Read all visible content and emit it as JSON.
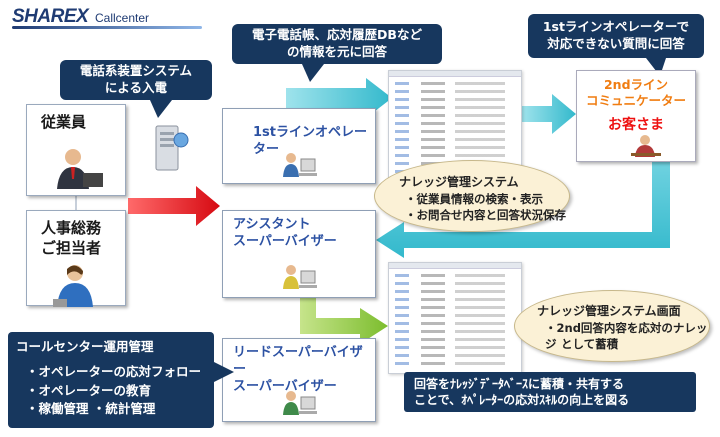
{
  "logo": {
    "brand": "SHAREX",
    "sub": "Callcenter"
  },
  "callouts": {
    "phone_system": [
      "電話系装置システム",
      "による入電"
    ],
    "operator_info": [
      "電子電話帳、応対履歴DBなど",
      "の情報を元に回答"
    ],
    "escalation": [
      "1stラインオペレーターで",
      "対応できない質問に回答"
    ],
    "management": {
      "head": "コールセンター運用管理",
      "items": [
        "・オペレーターの応対フォロー",
        "・オペレーターの教育",
        "・稼働管理 ・統計管理"
      ]
    },
    "knowledge_share": [
      "回答をﾅﾚｯｼﾞﾃﾞｰﾀﾍﾞｰｽに蓄積・共有する",
      "ことで、ｵﾍﾟﾚｰﾀｰの応対ｽｷﾙの向上を図る"
    ]
  },
  "people": {
    "employee": "従業員",
    "hr": [
      "人事総務",
      "ご担当者"
    ]
  },
  "roles": {
    "first_line": "1stラインオペレーター",
    "assistant": [
      "アシスタント",
      "スーパーバイザー"
    ],
    "lead": [
      "リードスーパーバイザー",
      "スーパーバイザー"
    ]
  },
  "customer_box": {
    "line1": "2ndライン",
    "line2": "コミュニケーター",
    "customer": "お客さま"
  },
  "bubbles": {
    "system": {
      "title": "ナレッジ管理システム",
      "lines": [
        "・従業員情報の検索・表示",
        "・お問合せ内容と回答状況保存"
      ]
    },
    "screen": {
      "title": "ナレッジ管理システム画面",
      "lines": [
        "・2nd回答内容を応対のナレッジ",
        "として蓄積"
      ]
    }
  },
  "colors": {
    "navy": "#17375e",
    "cyan_arrow": "#4ec6d6",
    "red_arrow": "#e3141c",
    "green_arrow": "#8cc63f",
    "orange": "#f07d12"
  }
}
